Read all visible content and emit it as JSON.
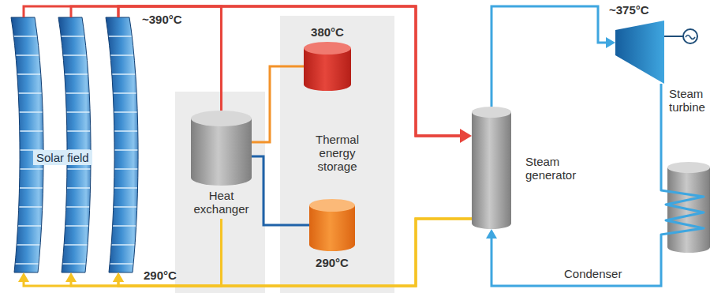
{
  "diagram": {
    "nodes": [
      {
        "text": [
          "Solar field"
        ]
      },
      {
        "text": [
          "Heat exchanger"
        ]
      },
      {
        "text": [
          "Thermal energy storage"
        ]
      },
      {
        "text": [
          "380°C"
        ],
        "in": 2
      },
      {
        "text": [
          "290°C"
        ],
        "in": 2
      },
      {
        "text": [
          "Steam generator"
        ]
      },
      {
        "text": [
          "Steam turbine"
        ]
      },
      {
        "text": [
          "Condenser"
        ]
      }
    ],
    "edges": [
      {
        "from": 0,
        "to": 1,
        "arrow": "none"
      },
      {
        "from": 0,
        "to": 5,
        "arrow": "to"
      },
      {
        "from": 1,
        "to": 3,
        "arrow": "none"
      },
      {
        "from": 1,
        "to": 4,
        "arrow": "none"
      },
      {
        "from": 5,
        "to": 0,
        "arrow": "to"
      },
      {
        "from": 1,
        "to": 0,
        "arrow": "to"
      },
      {
        "from": 5,
        "to": 6,
        "arrow": "to"
      },
      {
        "from": 6,
        "to": 7,
        "arrow": "none"
      },
      {
        "from": 7,
        "to": 5,
        "arrow": "to"
      }
    ],
    "labels": [
      "~390°C",
      "290°C",
      "~375°C"
    ]
  }
}
